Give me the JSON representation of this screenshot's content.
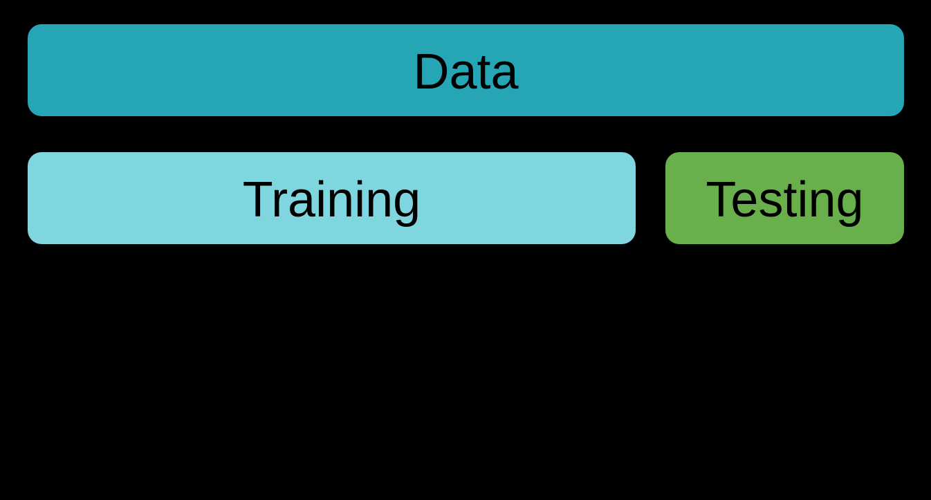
{
  "canvas": {
    "background_color": "#000000",
    "text_color": "#000000"
  },
  "nodes": {
    "data": {
      "label": "Data",
      "fill_color": "#26a6b4"
    },
    "training": {
      "label": "Training",
      "fill_color": "#7fd6de"
    },
    "testing": {
      "label": "Testing",
      "fill_color": "#69b04c"
    }
  }
}
